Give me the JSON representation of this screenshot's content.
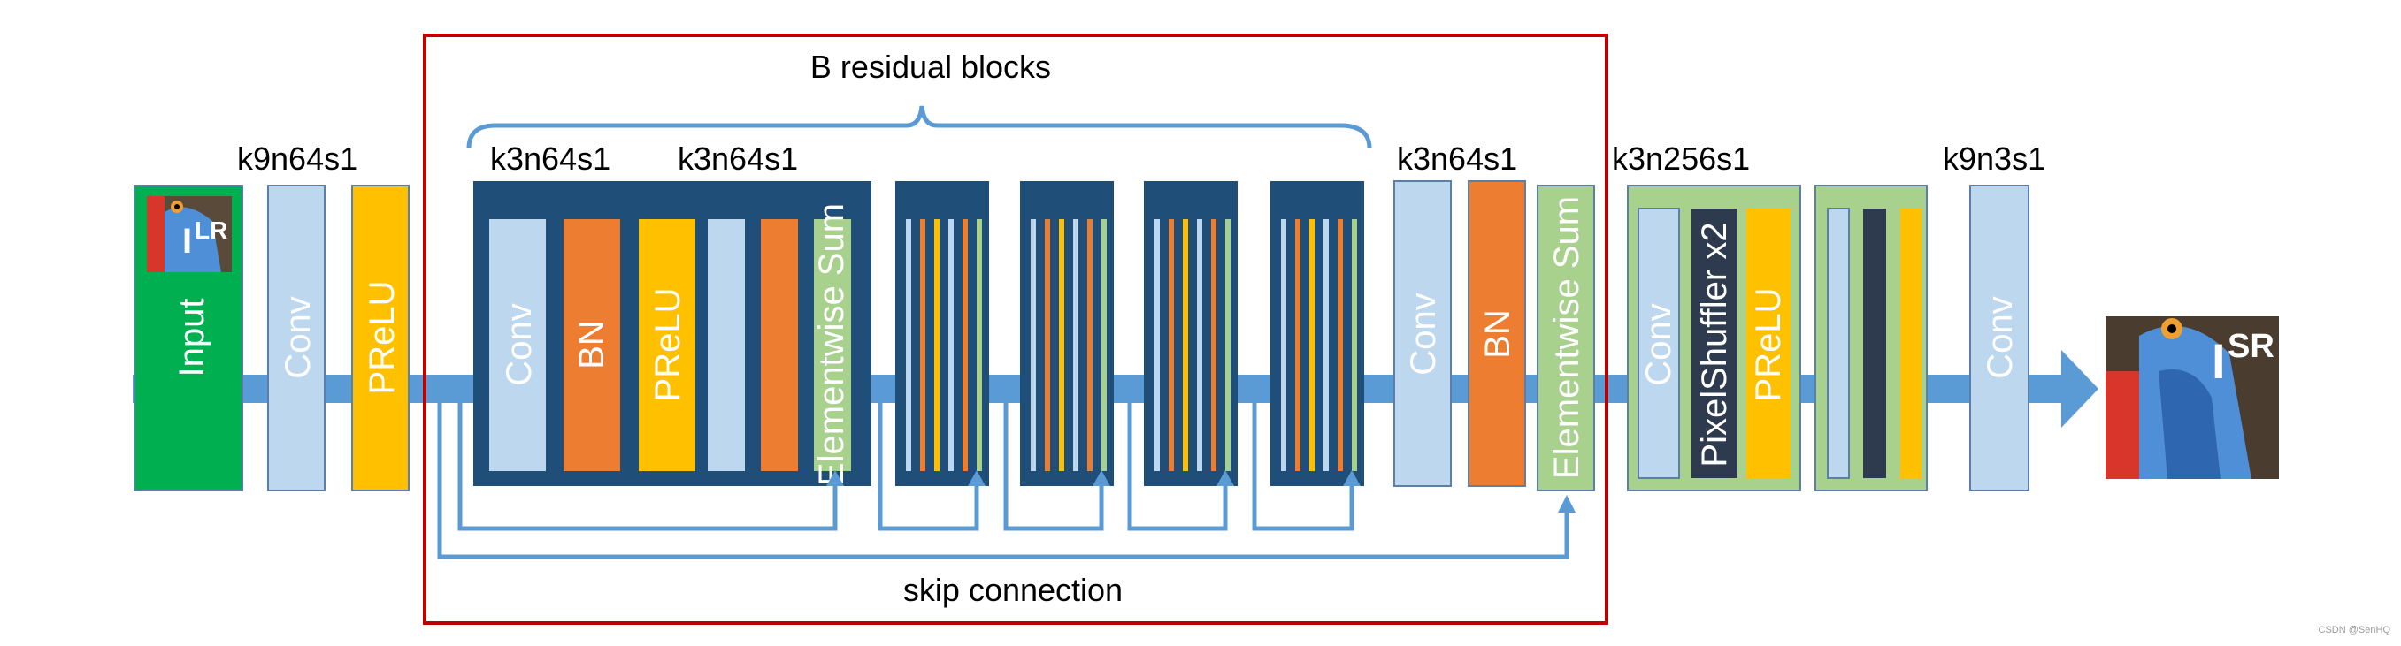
{
  "title": "B residual blocks",
  "skip_label": "skip connection",
  "watermark": "CSDN @SenHQ",
  "kernel_labels": {
    "first": "k9n64s1",
    "res1": "k3n64s1",
    "res2": "k3n64s1",
    "post": "k3n64s1",
    "up": "k3n256s1",
    "last": "k9n3s1"
  },
  "input": {
    "label": "Input",
    "image_label": "I",
    "image_sub": "LR"
  },
  "output": {
    "image_label": "I",
    "image_sub": "SR"
  },
  "layers": {
    "conv": "Conv",
    "prelu": "PReLU",
    "bn": "BN",
    "elementwise": "Elementwise Sum",
    "pixelshuffler": "PixelShuffler x2"
  },
  "colors": {
    "conv": "#bdd7ee",
    "bn": "#ed7d31",
    "prelu": "#ffc000",
    "sum": "#a9d18e",
    "block_bg": "#1f4e79",
    "input": "#00b050",
    "arrow": "#5b9bd5",
    "frame": "#c00000",
    "pixelshuffler": "#2e3b4e",
    "upblock_bg": "#a9d18e"
  }
}
